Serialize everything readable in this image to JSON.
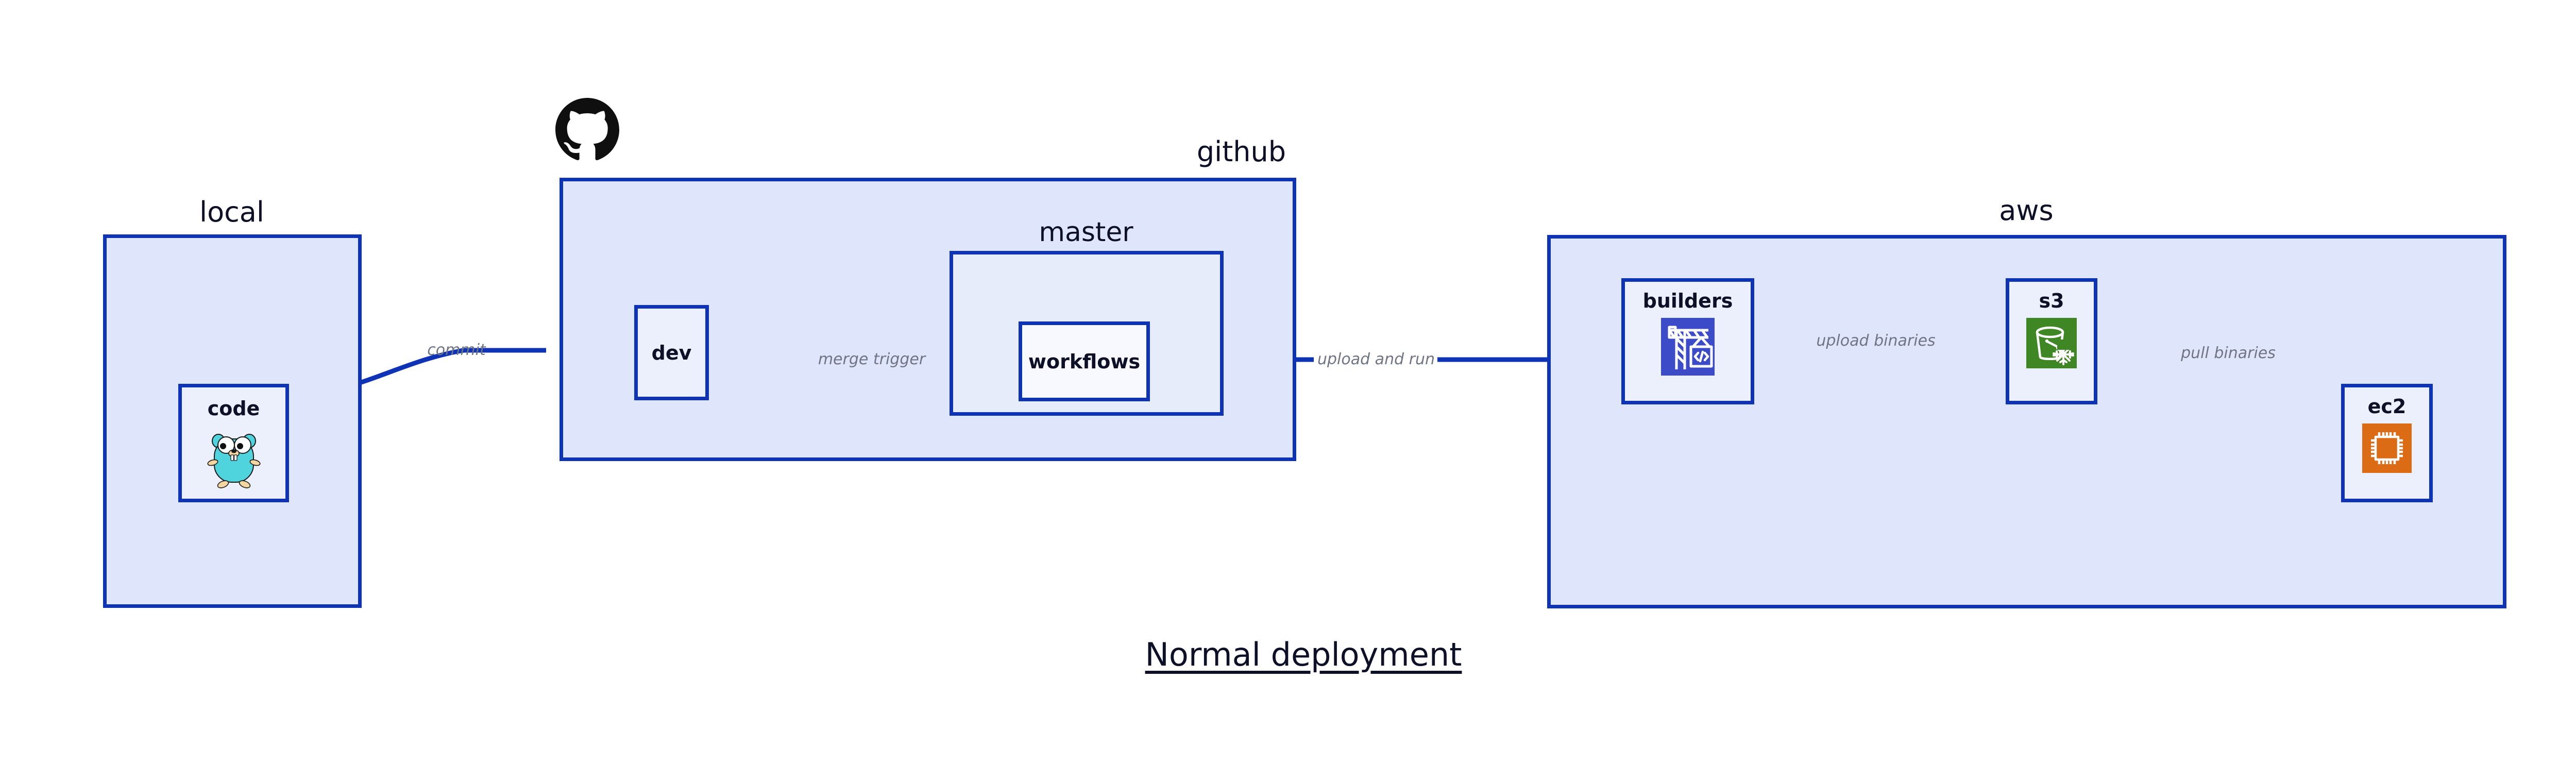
{
  "diagram": {
    "caption": "Normal deployment",
    "background_color": "#ffffff",
    "accent_color": "#0F33B5",
    "group_fill_color": "#DFE5FB",
    "node_fill_color": "#EBF0FC",
    "label_color": "#0D1026",
    "edge_label_color": "#6F7585"
  },
  "groups": {
    "local": {
      "label": "local",
      "label_align": "center"
    },
    "github": {
      "label": "github",
      "label_align": "right",
      "logo": "github-octocat-logo"
    },
    "master": {
      "label": "master",
      "label_align": "center"
    },
    "aws": {
      "label": "aws",
      "label_align": "center"
    }
  },
  "nodes": {
    "code": {
      "label": "code",
      "icon": "go-gopher-icon"
    },
    "dev": {
      "label": "dev",
      "icon": "none"
    },
    "workflows": {
      "label": "workflows",
      "icon": "none"
    },
    "builders": {
      "label": "builders",
      "icon": "aws-codebuild-icon",
      "icon_color": "#3C4BC8"
    },
    "s3": {
      "label": "s3",
      "icon": "aws-s3-glacier-icon",
      "icon_color": "#3F8624"
    },
    "ec2": {
      "label": "ec2",
      "icon": "aws-ec2-icon",
      "icon_color": "#DC6B15"
    }
  },
  "edges": [
    {
      "id": "commit",
      "label": "commit",
      "from": "code",
      "to": "dev"
    },
    {
      "id": "merge-trigger",
      "label": "merge trigger",
      "from": "dev",
      "to": "workflows"
    },
    {
      "id": "upload-and-run",
      "label": "upload and run",
      "from": "workflows",
      "to": "builders"
    },
    {
      "id": "upload-binaries",
      "label": "upload binaries",
      "from": "builders",
      "to": "s3"
    },
    {
      "id": "pull-binaries",
      "label": "pull binaries",
      "from": "s3",
      "to": "ec2"
    }
  ]
}
